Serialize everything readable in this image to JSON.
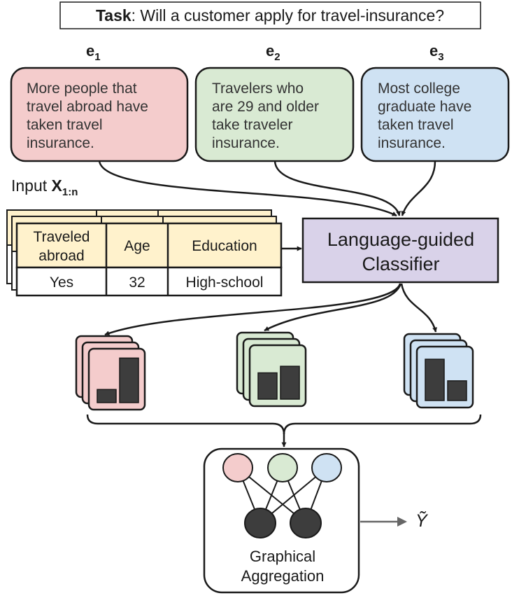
{
  "task": {
    "label": "Task",
    "question": ": Will a customer apply for travel-insurance?"
  },
  "explanations": [
    {
      "symbol": "e",
      "subscript": "1",
      "lines": [
        "More people that",
        "travel abroad have",
        "taken travel",
        "insurance."
      ],
      "color": "#f4cccc"
    },
    {
      "symbol": "e",
      "subscript": "2",
      "lines": [
        "Travelers who",
        "are 29 and older",
        "take traveler",
        "insurance."
      ],
      "color": "#d9ead3"
    },
    {
      "symbol": "e",
      "subscript": "3",
      "lines": [
        "Most college",
        "graduate have",
        "taken travel",
        "insurance."
      ],
      "color": "#cfe2f3"
    }
  ],
  "input": {
    "label": "Input ",
    "symbol": "X",
    "subscript": "1:n"
  },
  "table": {
    "headers": [
      [
        "Traveled",
        "abroad"
      ],
      [
        "Age"
      ],
      [
        "Education"
      ]
    ],
    "values": [
      "Yes",
      "32",
      "High-school"
    ],
    "header_color": "#fff2cc"
  },
  "classifier": {
    "lines": [
      "Language-guided",
      "Classifier"
    ],
    "color": "#d9d2e9"
  },
  "distributions": [
    {
      "values": [
        0.28,
        0.95
      ],
      "color": "#f4cccc"
    },
    {
      "values": [
        0.56,
        0.7
      ],
      "color": "#d9ead3"
    },
    {
      "values": [
        0.88,
        0.42
      ],
      "color": "#cfe2f3"
    }
  ],
  "aggregation": {
    "lines": [
      "Graphical",
      "Aggregation"
    ],
    "input_node_colors": [
      "#f4cccc",
      "#d9ead3",
      "#cfe2f3"
    ],
    "hidden_node_color": "#3d3d3d"
  },
  "output": {
    "symbol": "Ỹ"
  },
  "colors": {
    "stroke": "#1a1a1a",
    "bar": "#3d3d3d",
    "output_arrow": "#666666"
  }
}
